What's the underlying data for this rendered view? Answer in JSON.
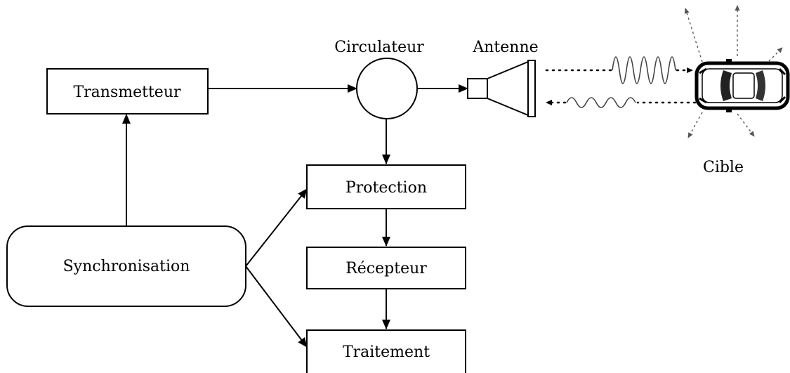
{
  "blocks": {
    "transmetteur": "Transmetteur",
    "synchronisation": "Synchronisation",
    "protection": "Protection",
    "recepteur": "Récepteur",
    "traitement": "Traitement"
  },
  "labels": {
    "circulateur": "Circulateur",
    "antenne": "Antenne",
    "cible": "Cible"
  },
  "icons": [
    "circulator-icon",
    "horn-antenna-icon",
    "car-target-icon"
  ]
}
